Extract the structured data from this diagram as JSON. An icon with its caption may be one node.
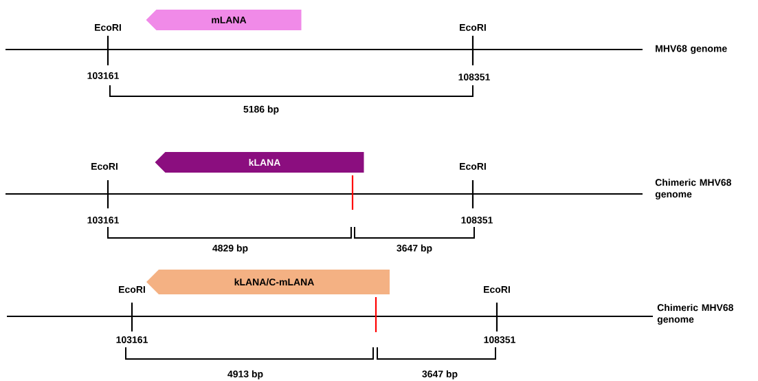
{
  "diagram": {
    "nodes": [
      {
        "text": [
          "mLANA"
        ]
      },
      {
        "text": [
          "kLANA"
        ]
      },
      {
        "text": [
          "kLANA/C-mLANA"
        ]
      }
    ],
    "labels": [
      "EcoRI",
      "EcoRI",
      "MHV68 genome",
      "103161",
      "108351",
      "5186 bp",
      "EcoRI",
      "EcoRI",
      "Chimeric MHV68 genome",
      "103161",
      "108351",
      "4829 bp",
      "3647 bp",
      "EcoRI",
      "EcoRI",
      "Chimeric MHV68 genome",
      "103161",
      "108351",
      "4913 bp",
      "3647 bp"
    ]
  }
}
